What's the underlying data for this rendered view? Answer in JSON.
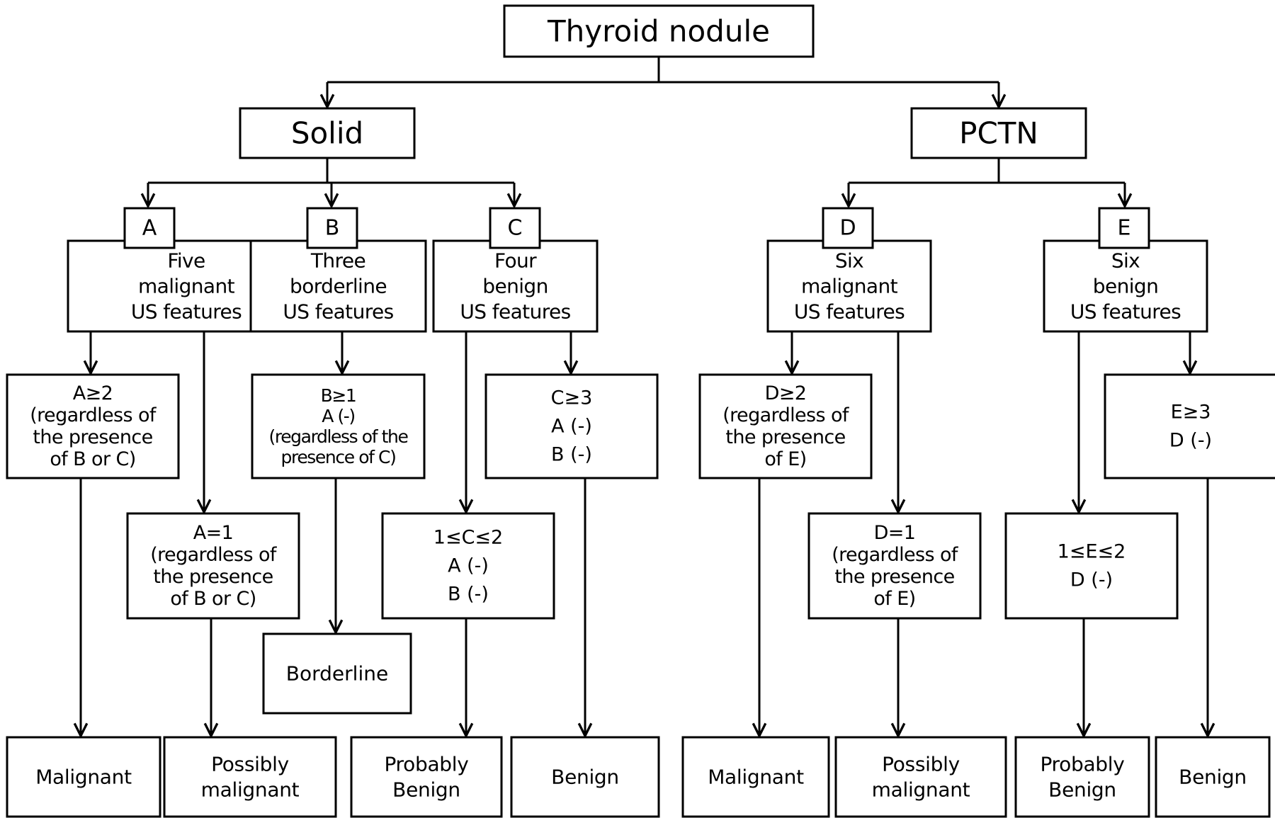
{
  "title": "Thyroid nodule",
  "branches": {
    "solid": "Solid",
    "pctn": "PCTN"
  },
  "groups": {
    "a": {
      "letter": "A",
      "lines": [
        "Five",
        "malignant",
        "US features"
      ]
    },
    "b": {
      "letter": "B",
      "lines": [
        "Three",
        "borderline",
        "US features"
      ]
    },
    "c": {
      "letter": "C",
      "lines": [
        "Four",
        "benign",
        "US features"
      ]
    },
    "d": {
      "letter": "D",
      "lines": [
        "Six",
        "malignant",
        "US features"
      ]
    },
    "e": {
      "letter": "E",
      "lines": [
        "Six",
        "benign",
        "US features"
      ]
    }
  },
  "criteria": {
    "a_ge2": [
      "A≥2",
      "(regardless of",
      "the presence",
      "of B or C)"
    ],
    "a_eq1": [
      "A=1",
      "(regardless of",
      "the presence",
      "of B or C)"
    ],
    "b_ge1": [
      "B≥1",
      "A (-)",
      "(regardless of the",
      "presence of C)"
    ],
    "c_ge3": [
      "C≥3",
      "A (-)",
      "B (-)"
    ],
    "c_1to2": [
      "1≤C≤2",
      "A (-)",
      "B (-)"
    ],
    "d_ge2": [
      "D≥2",
      "(regardless of",
      "the presence",
      "of E)"
    ],
    "d_eq1": [
      "D=1",
      "(regardless of",
      "the presence",
      "of E)"
    ],
    "e_ge3": [
      "E≥3",
      "D (-)"
    ],
    "e_1to2": [
      "1≤E≤2",
      "D (-)"
    ]
  },
  "outcomes": {
    "borderline": [
      "Borderline"
    ],
    "solid_malignant": [
      "Malignant"
    ],
    "solid_possibly_malignant": [
      "Possibly",
      "malignant"
    ],
    "solid_probably_benign": [
      "Probably",
      "Benign"
    ],
    "solid_benign": [
      "Benign"
    ],
    "pctn_malignant": [
      "Malignant"
    ],
    "pctn_possibly_malignant": [
      "Possibly",
      "malignant"
    ],
    "pctn_probably_benign": [
      "Probably",
      "Benign"
    ],
    "pctn_benign": [
      "Benign"
    ]
  }
}
